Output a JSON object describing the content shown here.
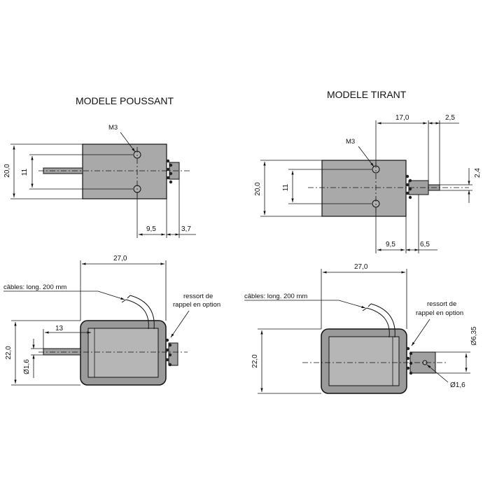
{
  "titles": {
    "push": "MODELE POUSSANT",
    "pull": "MODELE TIRANT"
  },
  "push_top": {
    "height": "20,0",
    "holes_spacing": "11",
    "thread": "M3",
    "hole_to_end": "9,5",
    "spring_len": "3,7"
  },
  "pull_top": {
    "height": "20,0",
    "holes_spacing": "11",
    "thread": "M3",
    "hole_to_end": "9,5",
    "spring_len": "6,5",
    "stroke_total": "17,0",
    "gap": "2,5",
    "rod_dia": "2,4"
  },
  "push_side": {
    "length": "27,0",
    "height": "22,0",
    "rod_len": "13",
    "rod_dia": "Ø1,6",
    "cables": "câbles: long. 200 mm",
    "spring_1": "ressort de",
    "spring_2": "rappel en option"
  },
  "pull_side": {
    "length": "27,0",
    "height": "22,0",
    "plunger_dia": "Ø6,35",
    "pin_dia": "Ø1,6",
    "cables": "câbles: long. 200 mm",
    "spring_1": "ressort de",
    "spring_2": "rappel en option"
  }
}
